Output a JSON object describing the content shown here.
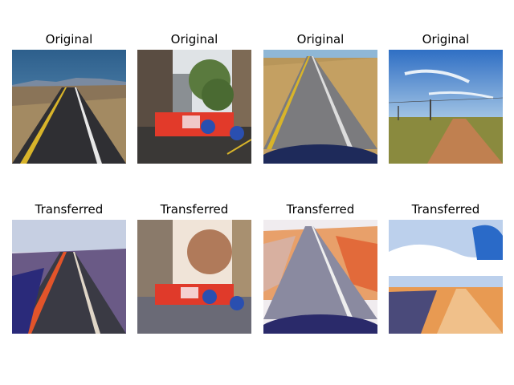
{
  "panels": [
    {
      "title": "Original",
      "image": "desert-highway-photo"
    },
    {
      "title": "Original",
      "image": "street-roadworks-barrier-photo"
    },
    {
      "title": "Original",
      "image": "rural-road-dashcam-photo"
    },
    {
      "title": "Original",
      "image": "dirt-road-power-lines-photo"
    },
    {
      "title": "Transferred",
      "image": "desert-highway-stylized"
    },
    {
      "title": "Transferred",
      "image": "street-roadworks-barrier-stylized"
    },
    {
      "title": "Transferred",
      "image": "rural-road-dashcam-stylized"
    },
    {
      "title": "Transferred",
      "image": "dirt-road-power-lines-stylized"
    }
  ]
}
